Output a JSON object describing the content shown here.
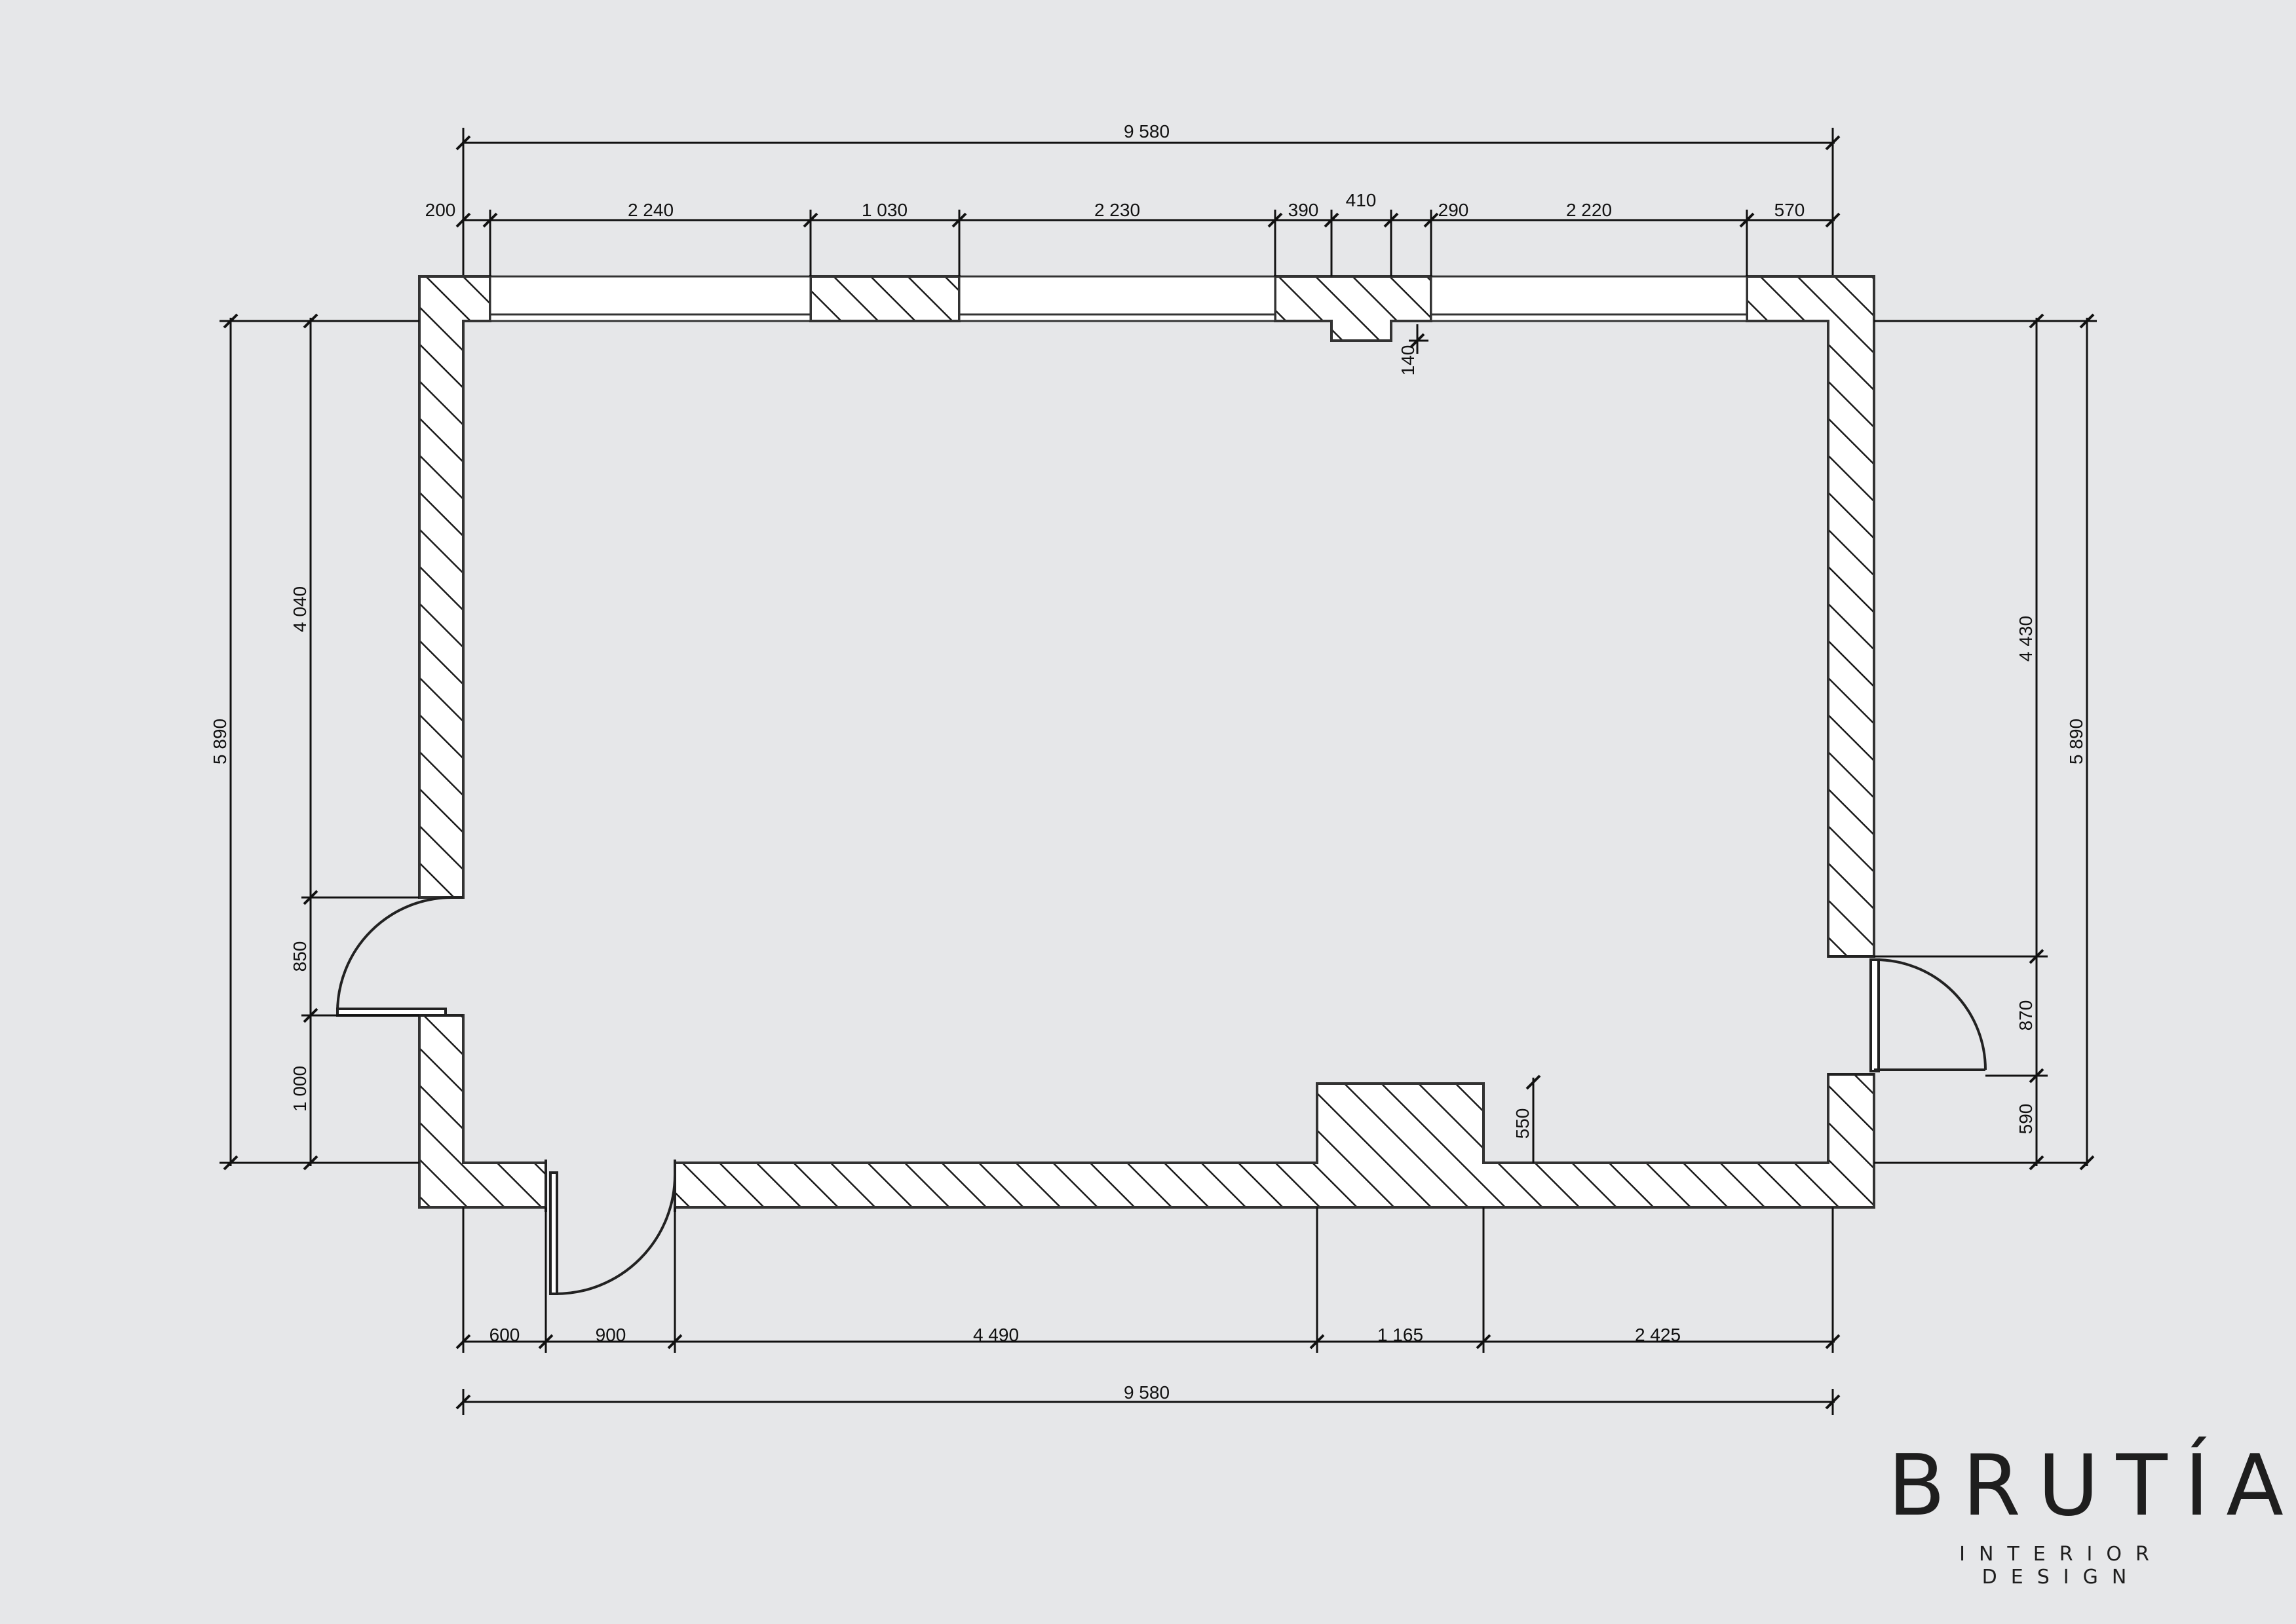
{
  "drawing": {
    "top_overall": "9 580",
    "top_segments": [
      "200",
      "2 240",
      "1 030",
      "2 230",
      "390",
      "410",
      "290",
      "2 220",
      "570"
    ],
    "column_depth": "140",
    "left_overall": "5 890",
    "left_segments": [
      "4 040",
      "850",
      "1 000"
    ],
    "right_overall": "5 890",
    "right_segments": [
      "4 430",
      "870",
      "590"
    ],
    "bottom_segments": [
      "600",
      "900",
      "4 490",
      "1 165",
      "2 425"
    ],
    "bottom_overall": "9 580",
    "pillar_depth": "550"
  },
  "logo": {
    "brand": "BRUTÍAN",
    "tagline": "INTERIOR DESIGN"
  }
}
